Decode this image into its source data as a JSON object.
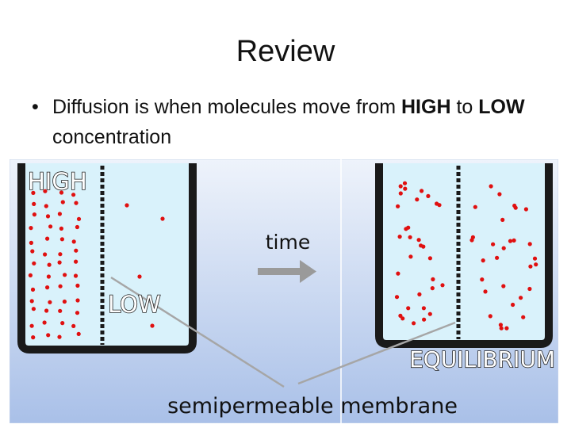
{
  "slide": {
    "title": "Review",
    "bullet": {
      "prefix": "Diffusion is when molecules move from ",
      "high": "HIGH",
      "middle": " to ",
      "low": "LOW",
      "suffix": " concentration"
    }
  },
  "diagram": {
    "label_high": "HIGH",
    "label_low": "LOW",
    "label_time": "time",
    "label_equilibrium": "EQUILIBRIUM",
    "label_membrane": "semipermeable membrane",
    "colors": {
      "background_top": "#eef3fb",
      "background_bottom": "#a9c0e8",
      "water": "#d9f2fb",
      "container": "#1a1a1a",
      "molecule": "#e01010",
      "arrow": "#9a9a9a"
    }
  }
}
